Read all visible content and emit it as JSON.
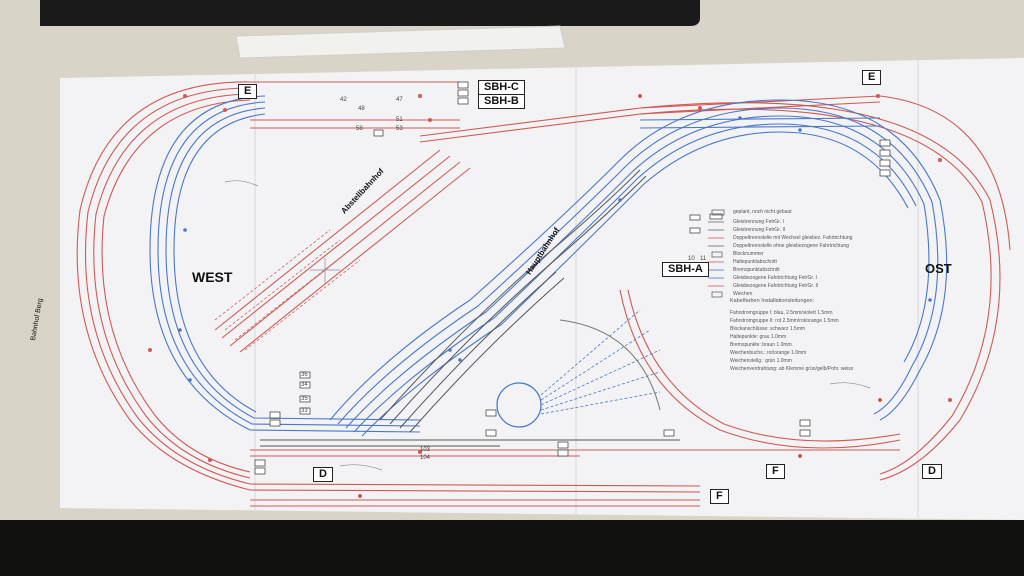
{
  "labels": {
    "sbh_c": "SBH-C",
    "sbh_b": "SBH-B",
    "sbh_a": "SBH-A",
    "west": "WEST",
    "ost": "OST",
    "e_left": "E",
    "e_right": "E",
    "d_left": "D",
    "d_right": "D",
    "f_mid": "F",
    "f_bottom": "F",
    "abstellbahnhof": "Abstellbahnhof",
    "hauptbahnhof": "Hauptbahnhof",
    "bahnhof_berg": "Bahnhof Berg"
  },
  "legend": {
    "items": [
      "geplant, noch nicht gebaut",
      "Gleistrennung FetrGr. I",
      "Gleistrennung FetrGr. II",
      "Doppeltrennstelle mit Wechsel gleisbez. Fahrtrichtung",
      "Doppeltrennstelle ohne gleisbezogene Fahrtrichtung",
      "Blocknummer",
      "Haltepunktabschnitt",
      "Bremspunktabschnitt",
      "Gleisbezogene Fahrtrichtung FetrGr. I",
      "Gleisbezogene Fahrtrichtung FetrGr. II",
      "Weichen"
    ],
    "cables_title": "Kabelfarben Installationsleitungen:",
    "cables": [
      "Fahrstromgruppe I: blau, 2.5mm/violett 1.5mm",
      "Fahrstromgruppe II: rot 2.5mm/rot/orange 1.5mm",
      "Blockanschlüsse: schwarz 1.5mm",
      "Haltepunkte: grau 1.0mm",
      "Bremspunkte: braun 1.0mm",
      "Weichenbuchs.: rot/orange 1.0mm",
      "Weichenstellg.: grün 1.0mm",
      "Weichenverdrahtung: ab Klemme grün/gelb/Pohr. weiss"
    ]
  },
  "block_numbers": [
    "42",
    "47",
    "48",
    "51",
    "58",
    "53",
    "36",
    "34",
    "33",
    "35",
    "103",
    "104",
    "10",
    "11"
  ],
  "colors": {
    "red_track": "#cf5a55",
    "blue_track": "#4a78c8",
    "dark_track": "#555555",
    "paper": "#f3f3f5"
  }
}
